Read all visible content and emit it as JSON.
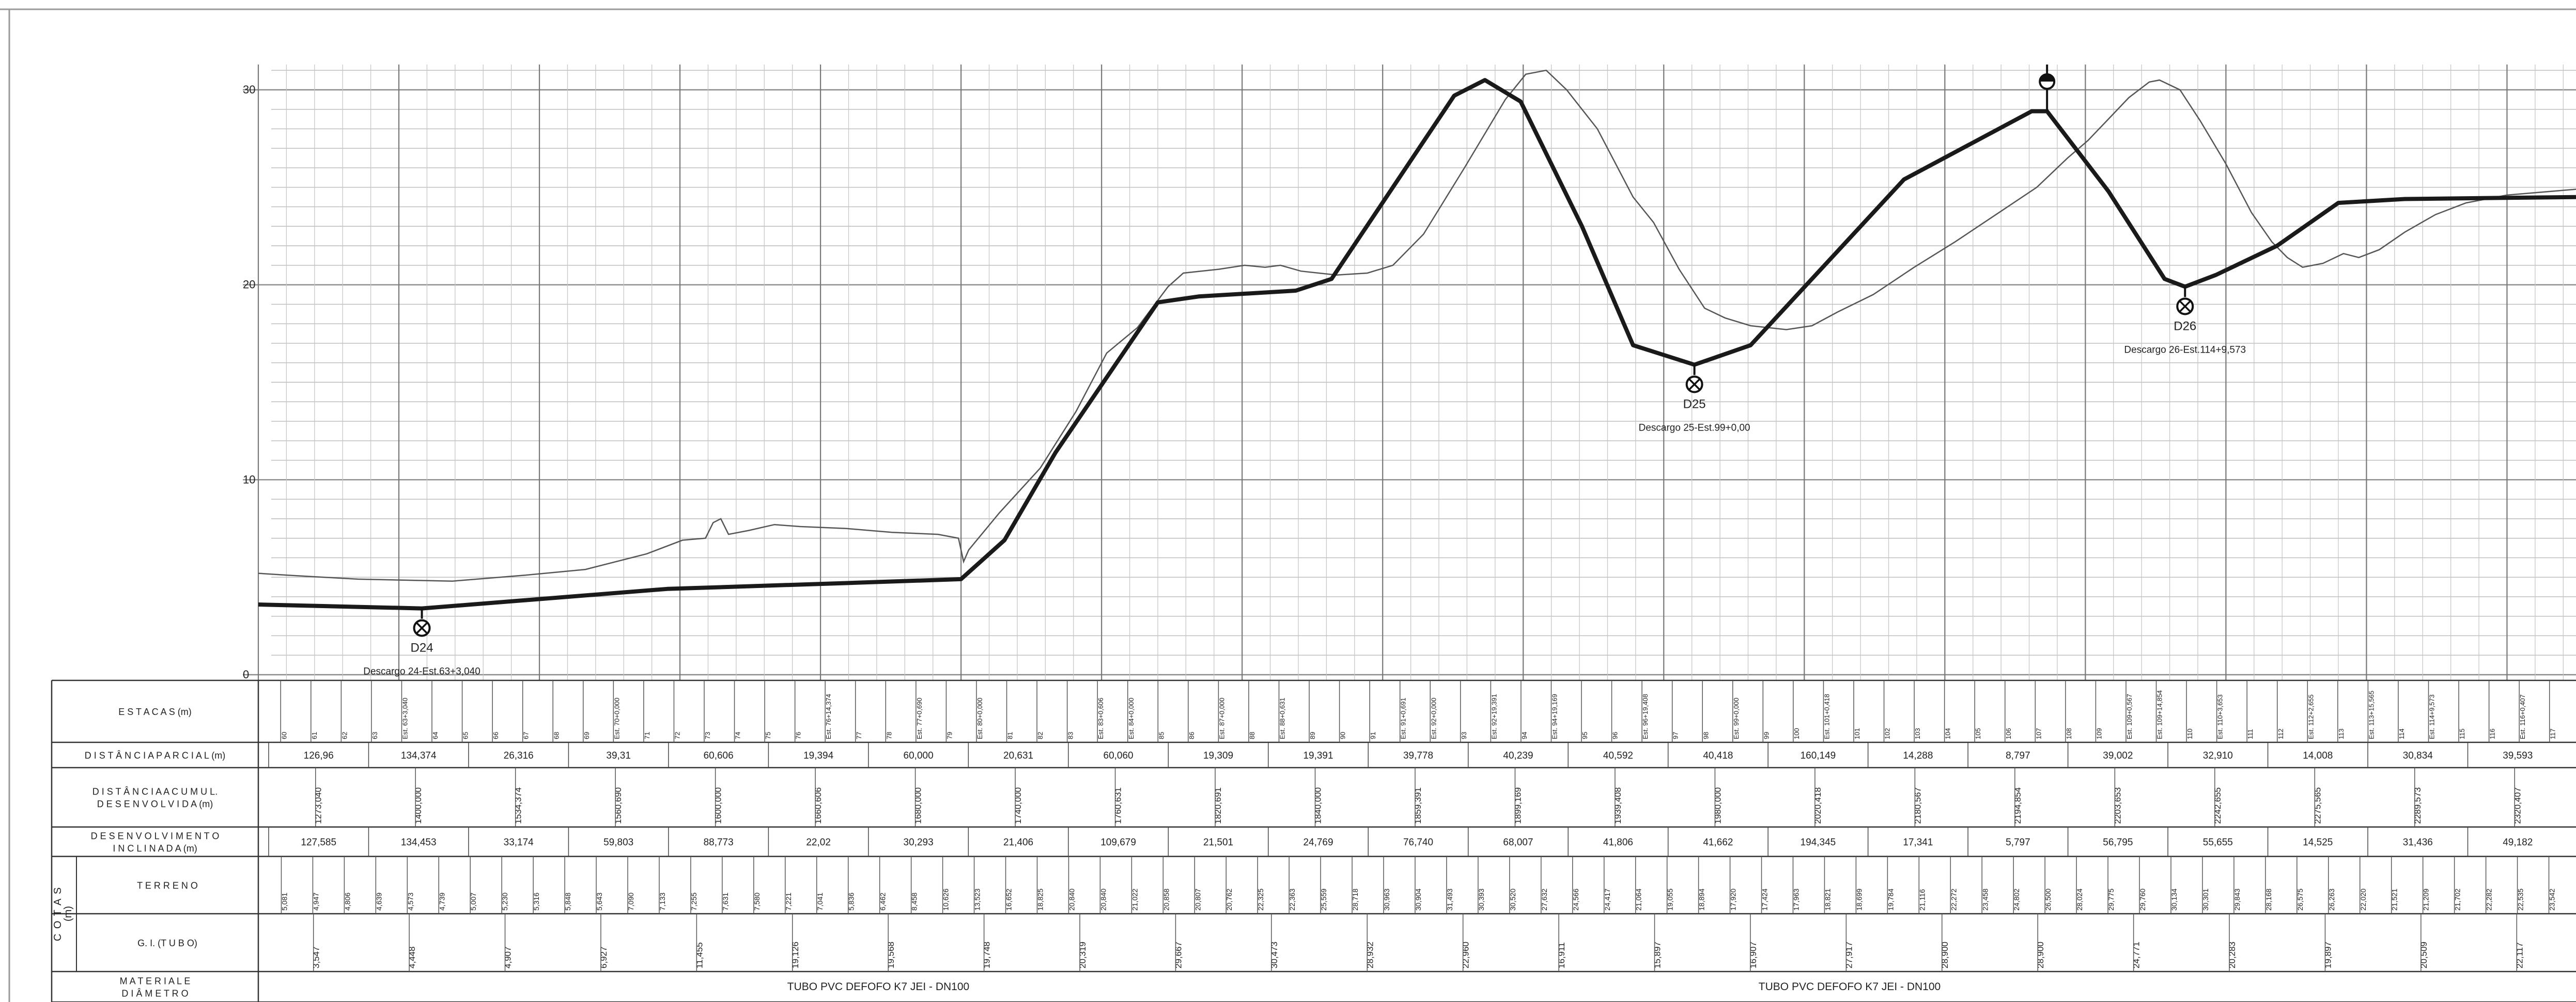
{
  "profile": {
    "y_axis_ticks": [
      0,
      10,
      20,
      30
    ],
    "y_range": [
      0,
      31
    ],
    "x_range": [
      0,
      4535
    ],
    "terrain_points": [
      [
        0,
        5.2
      ],
      [
        60,
        5.1
      ],
      [
        195,
        4.9
      ],
      [
        380,
        4.8
      ],
      [
        520,
        5.1
      ],
      [
        640,
        5.4
      ],
      [
        760,
        6.2
      ],
      [
        830,
        6.9
      ],
      [
        875,
        7.0
      ],
      [
        890,
        7.8
      ],
      [
        905,
        8.0
      ],
      [
        920,
        7.2
      ],
      [
        960,
        7.4
      ],
      [
        1010,
        7.7
      ],
      [
        1060,
        7.6
      ],
      [
        1150,
        7.5
      ],
      [
        1240,
        7.3
      ],
      [
        1330,
        7.2
      ],
      [
        1370,
        7.0
      ],
      [
        1380,
        5.8
      ],
      [
        1390,
        6.4
      ],
      [
        1450,
        8.3
      ],
      [
        1530,
        10.6
      ],
      [
        1600,
        13.5
      ],
      [
        1660,
        16.5
      ],
      [
        1720,
        17.8
      ],
      [
        1780,
        19.9
      ],
      [
        1810,
        20.6
      ],
      [
        1880,
        20.8
      ],
      [
        1930,
        21.0
      ],
      [
        1970,
        20.9
      ],
      [
        2000,
        21.0
      ],
      [
        2040,
        20.7
      ],
      [
        2110,
        20.5
      ],
      [
        2170,
        20.6
      ],
      [
        2220,
        21.0
      ],
      [
        2280,
        22.6
      ],
      [
        2360,
        26.0
      ],
      [
        2440,
        29.5
      ],
      [
        2480,
        30.8
      ],
      [
        2520,
        31.0
      ],
      [
        2560,
        30.0
      ],
      [
        2620,
        28.0
      ],
      [
        2690,
        24.5
      ],
      [
        2730,
        23.2
      ],
      [
        2780,
        20.8
      ],
      [
        2830,
        18.8
      ],
      [
        2870,
        18.3
      ],
      [
        2920,
        17.9
      ],
      [
        2990,
        17.7
      ],
      [
        3040,
        17.9
      ],
      [
        3090,
        18.6
      ],
      [
        3160,
        19.5
      ],
      [
        3240,
        20.9
      ],
      [
        3320,
        22.2
      ],
      [
        3400,
        23.6
      ],
      [
        3480,
        25.0
      ],
      [
        3540,
        26.5
      ],
      [
        3580,
        27.4
      ],
      [
        3620,
        28.5
      ],
      [
        3660,
        29.6
      ],
      [
        3700,
        30.4
      ],
      [
        3720,
        30.5
      ],
      [
        3760,
        30.0
      ],
      [
        3800,
        28.4
      ],
      [
        3850,
        26.2
      ],
      [
        3900,
        23.7
      ],
      [
        3940,
        22.2
      ],
      [
        3970,
        21.4
      ],
      [
        4000,
        20.9
      ],
      [
        4040,
        21.1
      ],
      [
        4080,
        21.6
      ],
      [
        4110,
        21.4
      ],
      [
        4150,
        21.8
      ],
      [
        4200,
        22.7
      ],
      [
        4260,
        23.6
      ],
      [
        4320,
        24.2
      ],
      [
        4400,
        24.6
      ],
      [
        4535,
        24.9
      ]
    ],
    "pipe_points": [
      [
        0,
        3.6
      ],
      [
        320,
        3.4
      ],
      [
        800,
        4.4
      ],
      [
        1150,
        4.7
      ],
      [
        1375,
        4.9
      ],
      [
        1460,
        6.9
      ],
      [
        1560,
        11.4
      ],
      [
        1760,
        19.1
      ],
      [
        1840,
        19.4
      ],
      [
        2030,
        19.7
      ],
      [
        2100,
        20.3
      ],
      [
        2340,
        29.7
      ],
      [
        2400,
        30.5
      ],
      [
        2470,
        29.4
      ],
      [
        2590,
        23.0
      ],
      [
        2690,
        16.9
      ],
      [
        2810,
        15.9
      ],
      [
        2920,
        16.9
      ],
      [
        3220,
        25.4
      ],
      [
        3470,
        28.9
      ],
      [
        3500,
        28.9
      ],
      [
        3620,
        24.8
      ],
      [
        3730,
        20.3
      ],
      [
        3770,
        19.9
      ],
      [
        3830,
        20.5
      ],
      [
        3950,
        22.0
      ],
      [
        4070,
        24.2
      ],
      [
        4200,
        24.4
      ],
      [
        4535,
        24.5
      ]
    ],
    "stake_stations": [
      0,
      55,
      110,
      165,
      220,
      275,
      330,
      385,
      440,
      495,
      550,
      605,
      660,
      715,
      770,
      825,
      880,
      935,
      990,
      1045,
      1100,
      1155,
      1210,
      1265,
      1320,
      1375,
      1430,
      1485,
      1540,
      1595,
      1650,
      1705,
      1760,
      1815,
      1870,
      1925,
      1980,
      2035,
      2090,
      2145,
      2200,
      2255,
      2310,
      2365,
      2420,
      2475,
      2530,
      2585,
      2640,
      2695,
      2750,
      2805,
      2860,
      2915,
      2970,
      3025,
      3080,
      3135,
      3190,
      3245,
      3300,
      3355,
      3410,
      3465,
      3520,
      3575,
      3630,
      3685,
      3740,
      3795,
      3850,
      3905,
      3960,
      4015,
      4070,
      4125,
      4180,
      4235,
      4290,
      4345,
      4400,
      4455,
      4510
    ],
    "discharges": [
      {
        "station": 320,
        "pipe": 3.4,
        "id": "D24",
        "label": "Descargo  24-Est.63+3,040"
      },
      {
        "station": 2810,
        "pipe": 15.9,
        "id": "D25",
        "label": "Descargo  25-Est.99+0,00"
      },
      {
        "station": 3770,
        "pipe": 19.9,
        "id": "D26",
        "label": "Descargo  26-Est.114+9,573"
      }
    ],
    "high_point_station": 3500
  },
  "table": {
    "rows": [
      {
        "title": "E S T A C A S  (m)"
      },
      {
        "title": "D I S T Â N C I A   P A R C I A L  (m)"
      },
      {
        "title": "D I S T Â N C I A   A C U M U L.\nD E S E N V O L V I D A  (m)"
      },
      {
        "title": "D E S E N V O L V I M E N T O\nI N C L I N A D A  (m)"
      },
      {
        "title": "T E R R E N O"
      },
      {
        "title": "G. I. (T U B O)"
      },
      {
        "title": "M A T E R I A L   E\nD I Â M E T R O"
      }
    ],
    "cotas_label": "C O T A S",
    "cotas_unit": "(m)",
    "stakes": [
      "60",
      "61",
      "62",
      "63",
      "Est. 63+3,040",
      "64",
      "65",
      "66",
      "67",
      "68",
      "69",
      "Est. 70+0,000",
      "71",
      "72",
      "73",
      "74",
      "75",
      "76",
      "Est. 76+14,374",
      "77",
      "78",
      "Est. 77+0,690",
      "79",
      "Est. 80+0,000",
      "81",
      "82",
      "83",
      "Est. 83+0,606",
      "Est. 84+0,000",
      "85",
      "86",
      "Est. 87+0,000",
      "88",
      "Est. 88+0,631",
      "89",
      "90",
      "91",
      "Est. 91+0,691",
      "Est. 92+0,000",
      "93",
      "Est. 92+19,391",
      "94",
      "Est. 94+19,169",
      "95",
      "96",
      "Est. 96+19,408",
      "97",
      "98",
      "Est. 99+0,000",
      "99",
      "100",
      "Est. 101+0,418",
      "101",
      "102",
      "103",
      "104",
      "105",
      "106",
      "107",
      "108",
      "109",
      "Est. 109+0,567",
      "Est. 109+14,854",
      "110",
      "Est. 110+3,653",
      "111",
      "112",
      "Est. 112+2,655",
      "113",
      "Est. 113+15,565",
      "114",
      "Est. 114+9,573",
      "115",
      "116",
      "Est. 116+0,407",
      "117"
    ],
    "partial": [
      "126,96",
      "134,374",
      "26,316",
      "39,31",
      "60,606",
      "19,394",
      "60,000",
      "20,631",
      "60,060",
      "19,309",
      "19,391",
      "39,778",
      "40,239",
      "40,592",
      "40,418",
      "160,149",
      "14,288",
      "8,797",
      "39,002",
      "32,910",
      "14,008",
      "30,834",
      "39,593"
    ],
    "accum": [
      "1273,040",
      "1400,000",
      "1534,374",
      "1560,690",
      "1600,000",
      "1660,606",
      "1680,000",
      "1740,000",
      "1760,631",
      "1820,691",
      "1840,000",
      "1859,391",
      "1899,169",
      "1939,408",
      "1980,000",
      "2020,418",
      "2180,567",
      "2194,854",
      "2203,653",
      "2242,655",
      "2275,565",
      "2289,573",
      "2320,407"
    ],
    "inclined": [
      "127,585",
      "134,453",
      "33,174",
      "59,803",
      "88,773",
      "22,02",
      "30,293",
      "21,406",
      "109,679",
      "21,501",
      "24,769",
      "76,740",
      "68,007",
      "41,806",
      "41,662",
      "194,345",
      "17,341",
      "5,797",
      "56,795",
      "55,655",
      "14,525",
      "31,436",
      "49,182"
    ],
    "terrain": [
      "5,081",
      "4,947",
      "4,806",
      "4,639",
      "4,573",
      "4,739",
      "5,007",
      "5,230",
      "5,316",
      "5,848",
      "5,643",
      "7,090",
      "7,133",
      "7,255",
      "7,631",
      "7,580",
      "7,221",
      "7,041",
      "5,836",
      "6,462",
      "8,458",
      "10,626",
      "13,523",
      "16,652",
      "18,825",
      "20,840",
      "20,840",
      "21,022",
      "20,858",
      "20,807",
      "20,762",
      "22,325",
      "22,363",
      "25,559",
      "28,718",
      "30,963",
      "30,904",
      "31,493",
      "30,393",
      "30,520",
      "27,632",
      "24,566",
      "24,417",
      "21,064",
      "19,055",
      "18,894",
      "17,920",
      "17,424",
      "17,963",
      "18,821",
      "18,699",
      "19,784",
      "21,116",
      "22,272",
      "23,458",
      "24,802",
      "26,500",
      "28,024",
      "29,775",
      "29,760",
      "30,134",
      "30,301",
      "29,843",
      "28,168",
      "26,575",
      "26,263",
      "22,020",
      "21,521",
      "21,209",
      "21,702",
      "22,282",
      "22,535",
      "23,542"
    ],
    "pipe": [
      "3,547",
      "4,448",
      "4,907",
      "6,927",
      "11,455",
      "19,126",
      "19,568",
      "19,748",
      "20,319",
      "29,667",
      "30,473",
      "28,932",
      "22,960",
      "16,911",
      "15,897",
      "16,907",
      "27,917",
      "28,900",
      "28,900",
      "24,771",
      "20,283",
      "19,897",
      "20,509",
      "22,117"
    ],
    "material_a": "TUBO PVC DEFOFO K7 JEI - DN100",
    "material_b": "TUBO PVC DEFOFO K7 JEI - DN100"
  }
}
